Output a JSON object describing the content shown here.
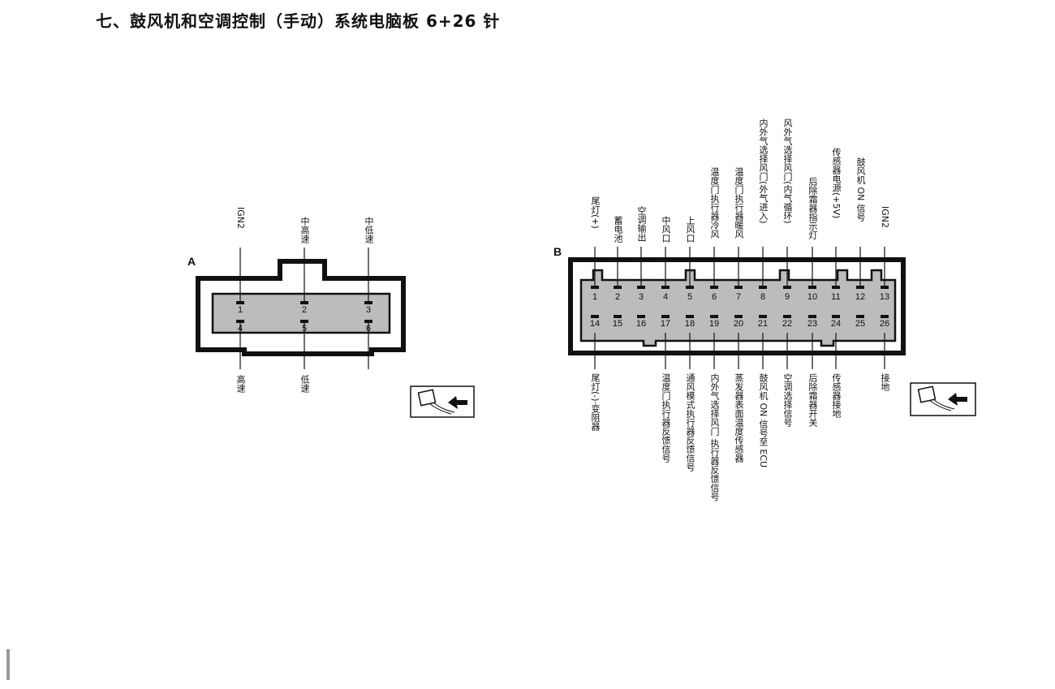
{
  "title": "七、鼓风机和空调控制（手动）系统电脑板 6+26 针",
  "connector_a": {
    "id": "A",
    "pins_top": [
      "1",
      "2",
      "3"
    ],
    "pins_bottom": [
      "4",
      "5",
      "6"
    ],
    "labels_top": [
      "IGN2",
      "中高速",
      "中低速"
    ],
    "labels_bottom": [
      "高速",
      "",
      "低速"
    ]
  },
  "connector_b": {
    "id": "B",
    "pins_top": [
      "1",
      "2",
      "3",
      "4",
      "5",
      "6",
      "7",
      "8",
      "9",
      "10",
      "11",
      "12",
      "13"
    ],
    "pins_bottom": [
      "14",
      "15",
      "16",
      "17",
      "18",
      "19",
      "20",
      "21",
      "22",
      "23",
      "24",
      "25",
      "26"
    ],
    "labels_top": [
      "尾灯(+)",
      "蓄电池",
      "空调输出",
      "中风口",
      "上风口",
      "温度门执行器冷风",
      "温度门执行器暖风",
      "内外气选择风门(外气进入)",
      "风外气选择风门(内气循环)",
      "后除霜器指示灯",
      "传感器电源(+5V)",
      "鼓风机 ON 信号",
      "IGN2"
    ],
    "labels_bottom": [
      "尾灯(-)·变阻器",
      "",
      "",
      "温度门执行器反馈信号",
      "通风模式执行器反馈信号",
      "内外气选择风门 执行器反馈信号",
      "蒸发器表面温度传感器",
      "鼓风机 ON 信号至 ECU",
      "空调选择信号",
      "后除霜器开关",
      "传感器接地",
      "",
      "接地"
    ]
  }
}
